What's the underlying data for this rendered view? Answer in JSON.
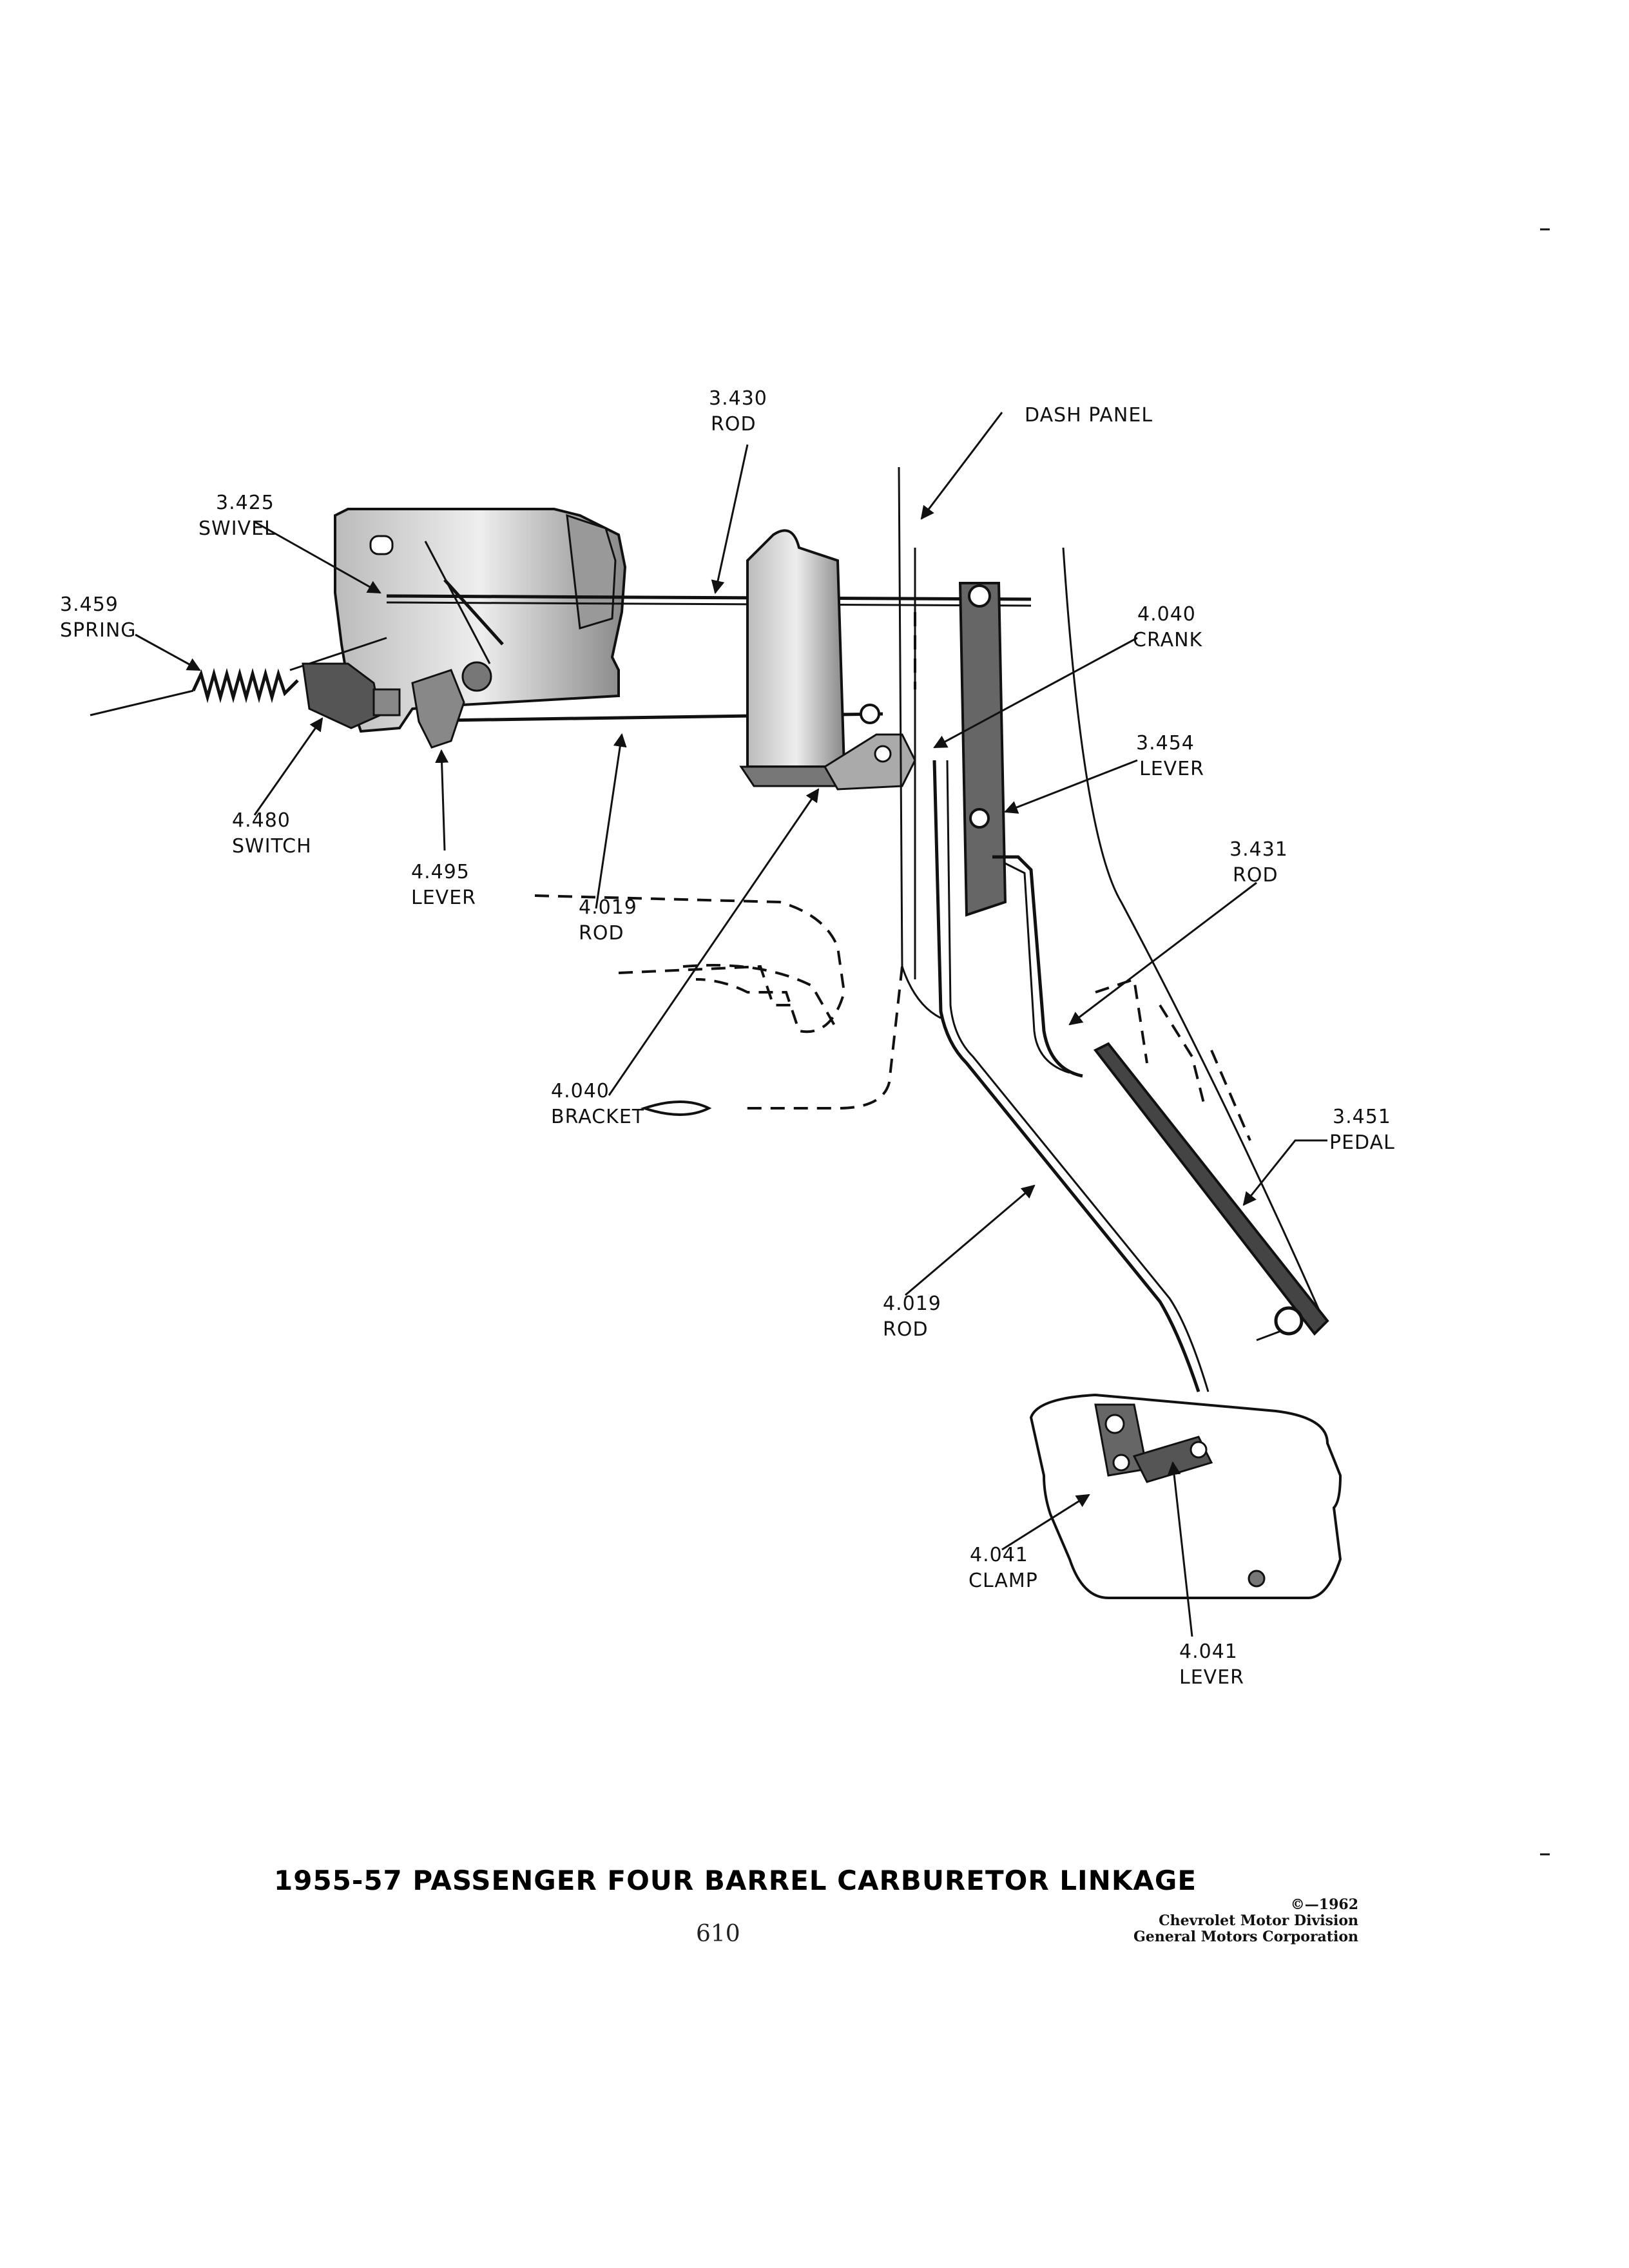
{
  "labels": {
    "rod_3430": {
      "num": "3.430",
      "name": "ROD"
    },
    "dash_panel": {
      "name": "DASH PANEL"
    },
    "swivel_3425": {
      "num": "3.425",
      "name": "SWIVEL"
    },
    "spring_3459": {
      "num": "3.459",
      "name": "SPRING"
    },
    "crank_4040": {
      "num": "4.040",
      "name": "CRANK"
    },
    "lever_3454": {
      "num": "3.454",
      "name": "LEVER"
    },
    "switch_4480": {
      "num": "4.480",
      "name": "SWITCH"
    },
    "lever_4495": {
      "num": "4.495",
      "name": "LEVER"
    },
    "rod_4019_upper": {
      "num": "4.019",
      "name": "ROD"
    },
    "rod_3431": {
      "num": "3.431",
      "name": "ROD"
    },
    "bracket_4040": {
      "num": "4.040",
      "name": "BRACKET"
    },
    "pedal_3451": {
      "num": "3.451",
      "name": "PEDAL"
    },
    "rod_4019_lower": {
      "num": "4.019",
      "name": "ROD"
    },
    "clamp_4041": {
      "num": "4.041",
      "name": "CLAMP"
    },
    "lever_4041": {
      "num": "4.041",
      "name": "LEVER"
    }
  },
  "footer": {
    "title": "1955-57 PASSENGER FOUR BARREL CARBURETOR LINKAGE",
    "page_number": "610",
    "copyright": "©—1962",
    "division": "Chevrolet Motor Division",
    "corporation": "General Motors Corporation"
  }
}
